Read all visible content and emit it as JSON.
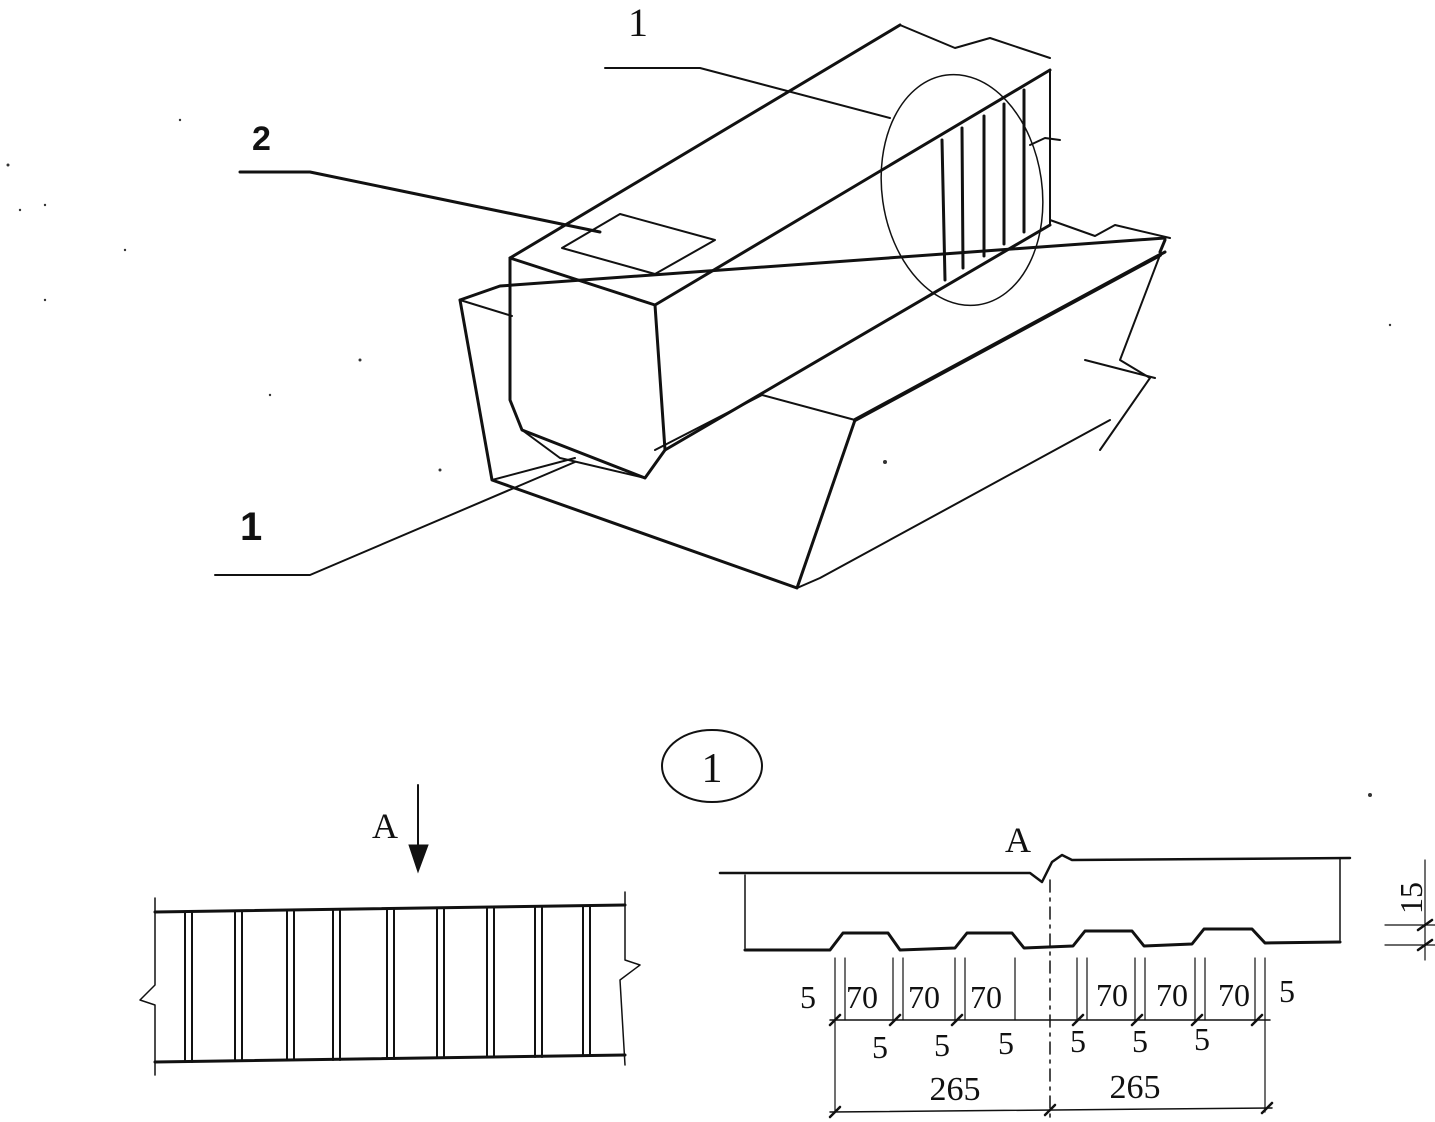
{
  "drawing": {
    "callouts": {
      "top_part_label": "1",
      "plate_label": "2",
      "bottom_part_label": "1"
    },
    "detail_marker": "1",
    "section_marks": {
      "arrow_label": "A",
      "section_label": "A"
    },
    "dimensions": {
      "depth": "15",
      "edge_left": "5",
      "edge_right": "5",
      "rib_widths": [
        "70",
        "70",
        "70",
        "70",
        "70",
        "70"
      ],
      "gap_widths": [
        "5",
        "5",
        "5",
        "5",
        "5",
        "5"
      ],
      "half_spans": [
        "265",
        "265"
      ]
    }
  }
}
